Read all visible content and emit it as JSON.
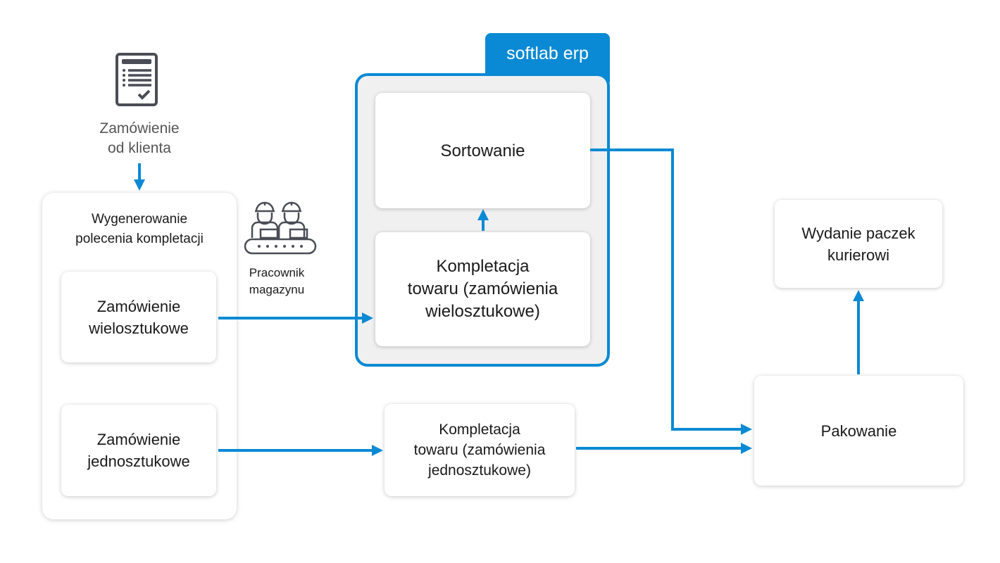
{
  "order": {
    "icon": "checklist-document-icon",
    "label_line1": "Zamówienie",
    "label_line2": "od klienta"
  },
  "generate": {
    "title_line1": "Wygenerowanie",
    "title_line2": "polecenia kompletacji"
  },
  "multi_order": {
    "line1": "Zamówienie",
    "line2": "wielosztukowe"
  },
  "single_order": {
    "line1": "Zamówienie",
    "line2": "jednosztukowe"
  },
  "worker": {
    "icon": "warehouse-workers-icon",
    "line1": "Pracownik",
    "line2": "magazynu"
  },
  "erp": {
    "tab_label": "softlab erp",
    "sorting": "Sortowanie",
    "picking_multi": {
      "line1": "Kompletacja",
      "line2": "towaru (zamówienia",
      "line3": "wielosztukowe)"
    }
  },
  "picking_single": {
    "line1": "Kompletacja",
    "line2": "towaru (zamówienia",
    "line3": "jednosztukowe)"
  },
  "packing": "Pakowanie",
  "courier": {
    "line1": "Wydanie paczek",
    "line2": "kurierowi"
  },
  "colors": {
    "accent": "#0a8ad4",
    "icon": "#4a4d55"
  }
}
